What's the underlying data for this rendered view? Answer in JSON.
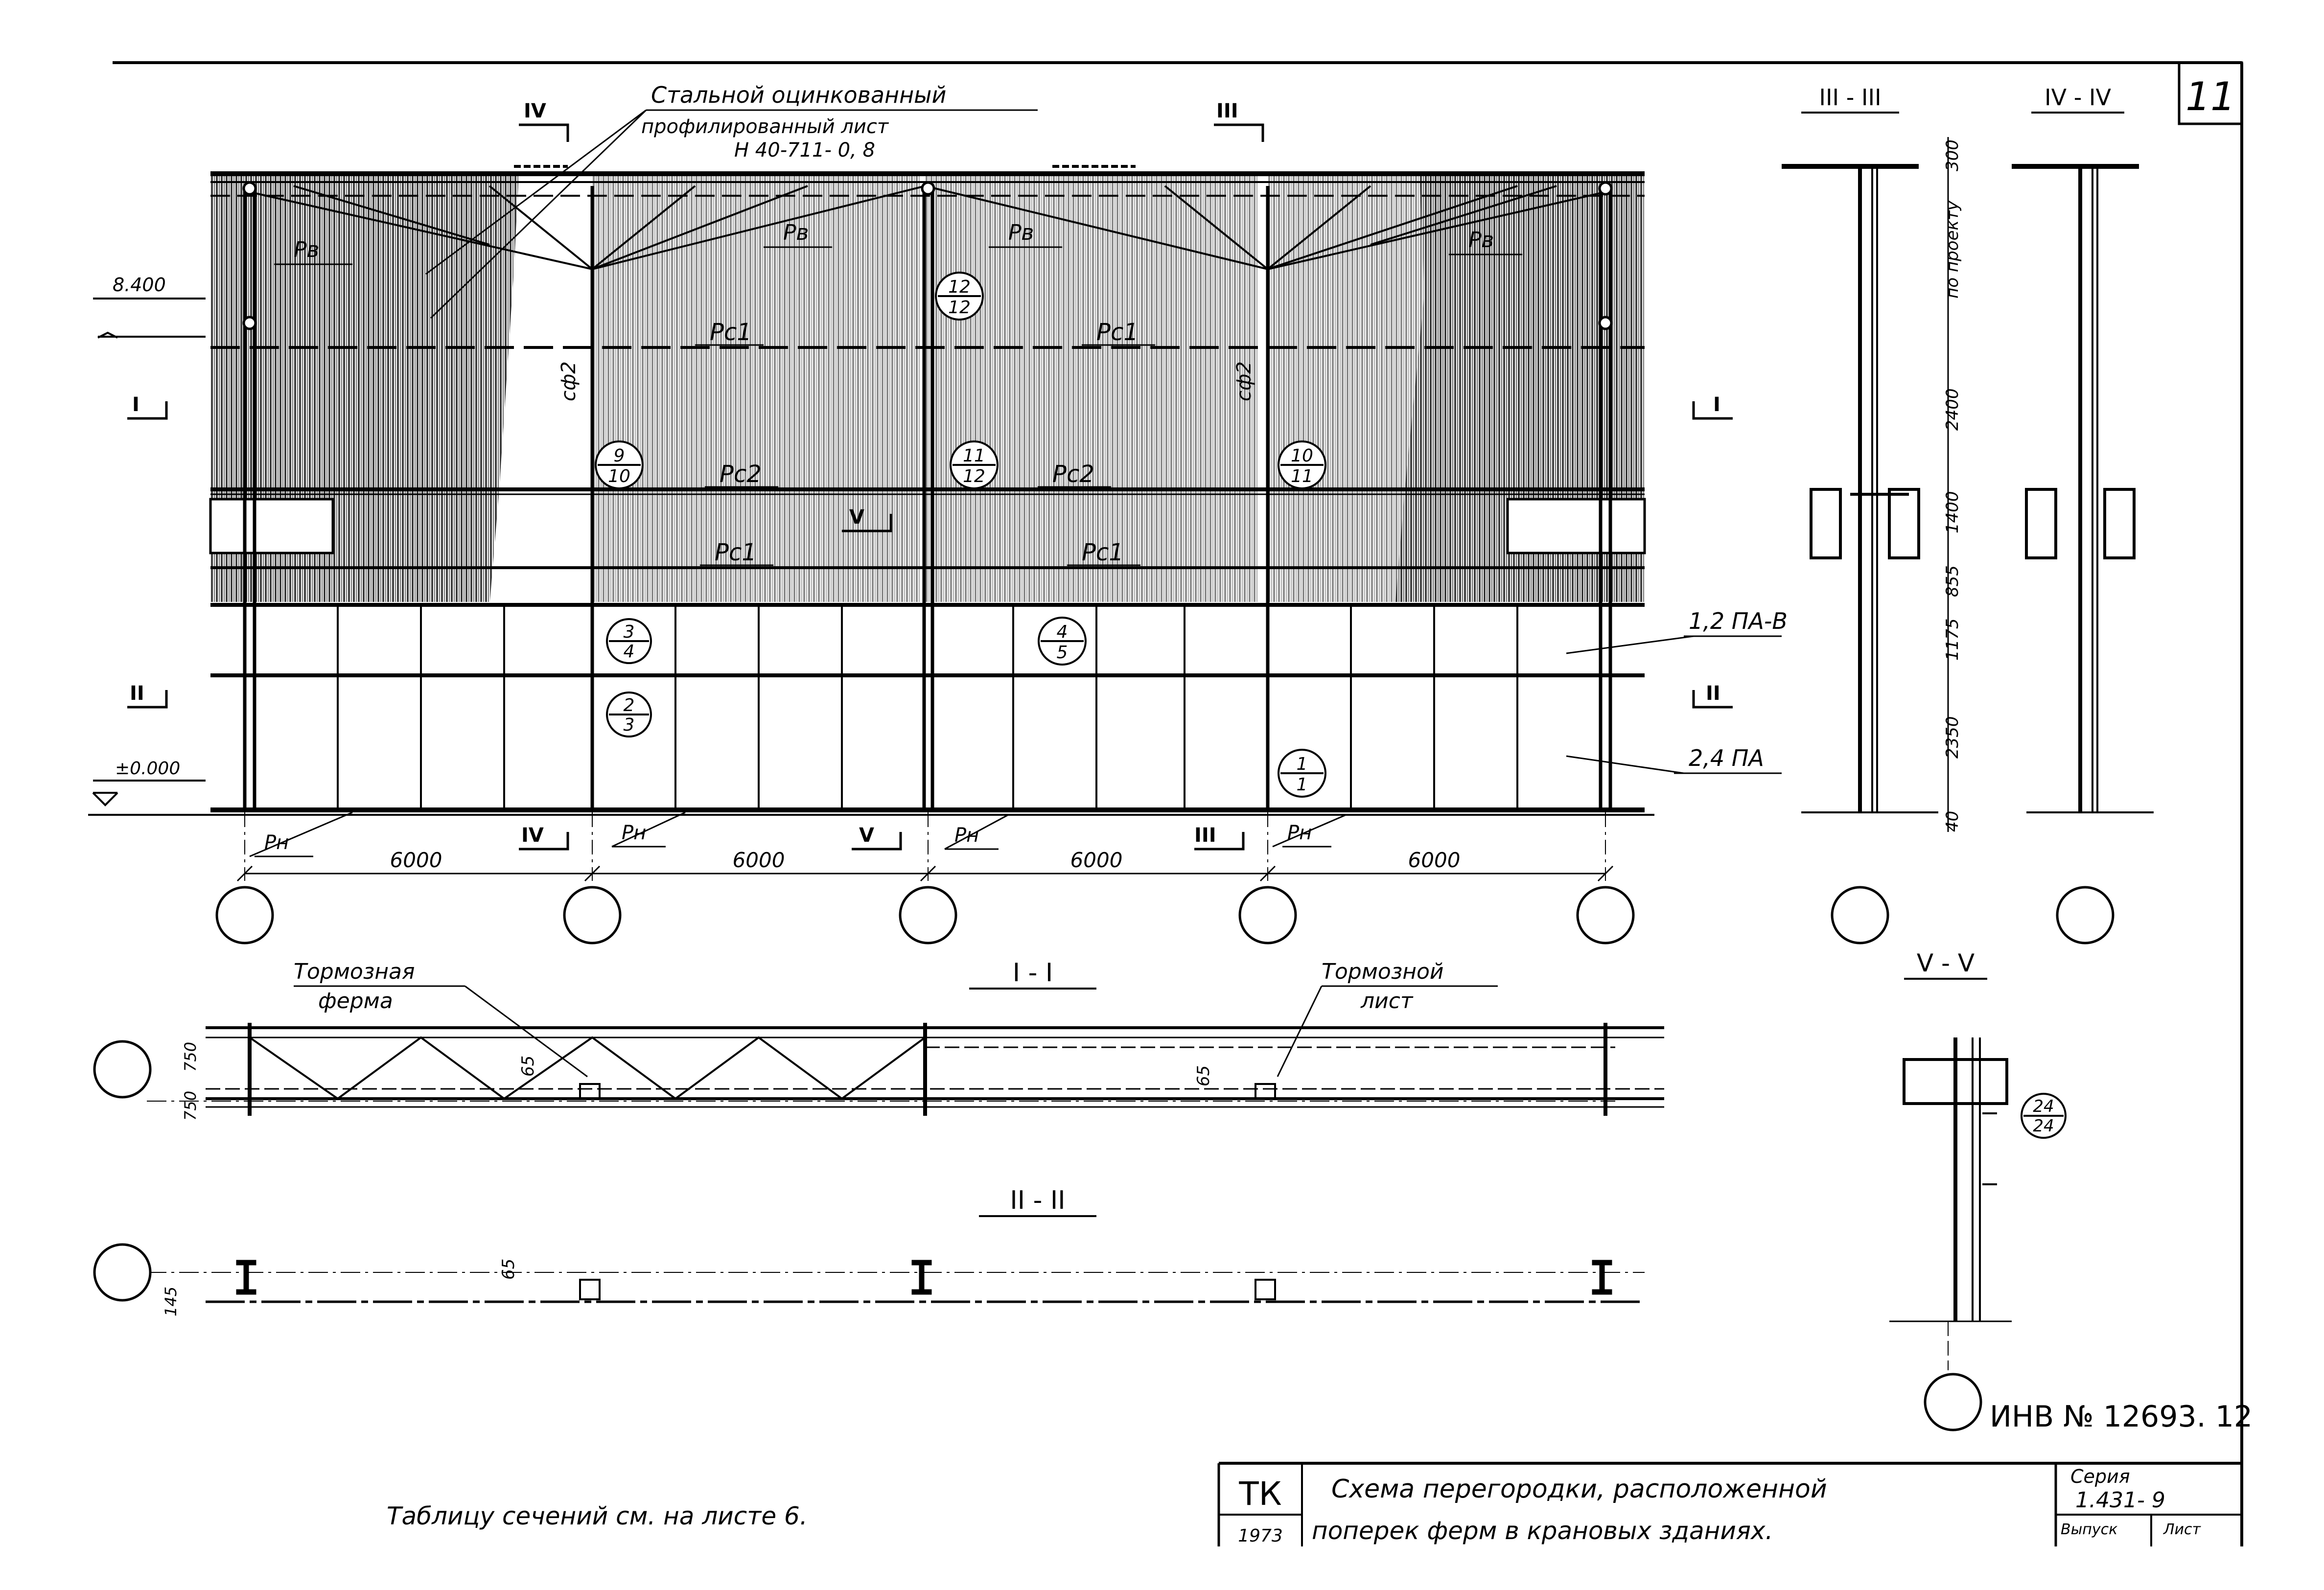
{
  "sheet": {
    "number": "11",
    "inventory": "ИНВ № 12693. 12",
    "note": "Таблицу сечений см. на листе 6."
  },
  "labels": {
    "steel_sheet": [
      "Стальной оцинкованный",
      "профилированный лист",
      "Н 40-711- 0, 8"
    ],
    "pv": "Рв",
    "pc1": "Рс1",
    "pc2": "Рс2",
    "pn": "Рн",
    "sf2": "сф2",
    "el_top": "8.400",
    "el_zero": "±0.000",
    "pa_b": "1,2 ПА-В",
    "pa": "2,4 ПА",
    "span": "6000",
    "brake_truss": [
      "Тормозная",
      "ферма"
    ],
    "brake_sheet": [
      "Тормозной",
      "лист"
    ],
    "dim_750": "750",
    "dim_65": "65",
    "dim_145": "145"
  },
  "markers": {
    "cut_I": "I",
    "cut_II": "II",
    "cut_III": "III",
    "cut_IV": "IV",
    "cut_V": "V"
  },
  "section_titles": {
    "s1": "I - I",
    "s2": "II - II",
    "s3": "III - III",
    "s4": "IV - IV",
    "s5": "V - V"
  },
  "nodes": [
    {
      "top": "12",
      "bottom": "12"
    },
    {
      "top": "9",
      "bottom": "10"
    },
    {
      "top": "11",
      "bottom": "12"
    },
    {
      "top": "10",
      "bottom": "11"
    },
    {
      "top": "3",
      "bottom": "4"
    },
    {
      "top": "4",
      "bottom": "5"
    },
    {
      "top": "2",
      "bottom": "3"
    },
    {
      "top": "1",
      "bottom": "1"
    },
    {
      "top": "24",
      "bottom": "24"
    }
  ],
  "vertical_dims": [
    "300",
    "по проекту",
    "2400",
    "1400",
    "855",
    "1175",
    "2350",
    "40"
  ],
  "title_block": {
    "code": "ТК",
    "year": "1973",
    "title_line1": "Схема перегородки, расположенной",
    "title_line2": "поперек ферм в крановых зданиях.",
    "series_label": "Серия",
    "series_value": "1.431- 9",
    "issue_label": "Выпуск",
    "sheet_label": "Лист"
  }
}
